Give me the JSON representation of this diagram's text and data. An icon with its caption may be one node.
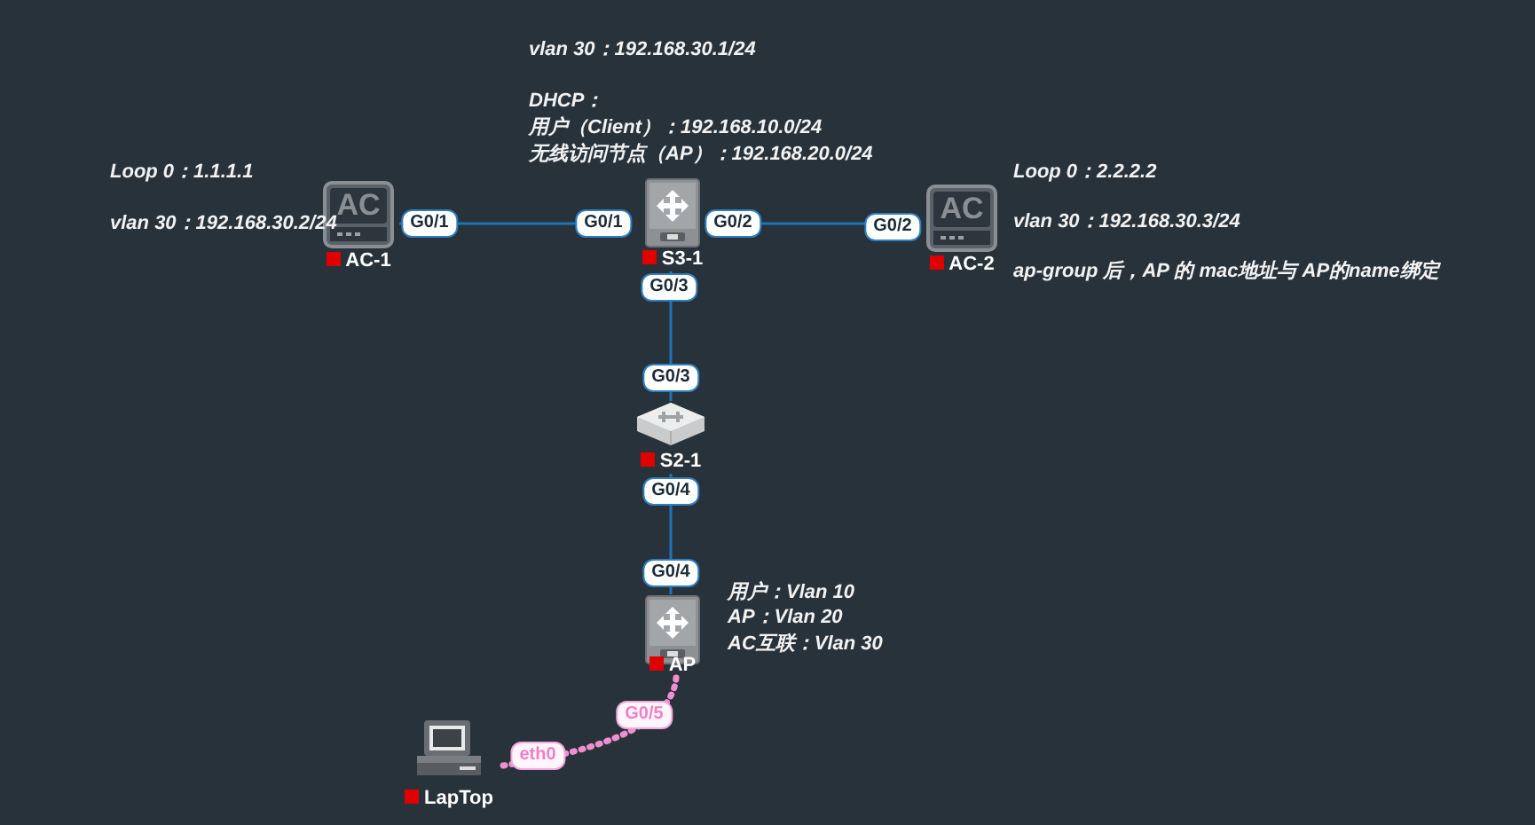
{
  "diagram": {
    "nodes": [
      {
        "text": [
          "AC",
          "AC-1"
        ],
        "beside": [
          "Loop 0：1.1.1.1",
          "vlan 30：192.168.30.2/24"
        ]
      },
      {
        "text": [
          "S3-1"
        ],
        "beside": [
          "vlan 30：192.168.30.1/24",
          "DHCP：",
          "用户（Client）：192.168.10.0/24",
          "无线访问节点（AP）：192.168.20.0/24"
        ]
      },
      {
        "text": [
          "AC",
          "AC-2"
        ],
        "beside": [
          "Loop 0：2.2.2.2",
          "vlan 30：192.168.30.3/24",
          "ap-group 后，AP 的 mac地址与 AP的name绑定"
        ]
      },
      {
        "text": [
          "S2-1"
        ]
      },
      {
        "text": [
          "AP"
        ],
        "beside": [
          "用户：Vlan 10",
          "AP：Vlan 20",
          "AC互联：Vlan 30"
        ]
      },
      {
        "text": [
          "LapTop"
        ]
      }
    ],
    "edges": [
      {
        "from": 0,
        "to": 1,
        "arrow": "none"
      },
      {
        "from": 1,
        "to": 2,
        "arrow": "none"
      },
      {
        "from": 1,
        "to": 3,
        "arrow": "none"
      },
      {
        "from": 3,
        "to": 4,
        "arrow": "none"
      },
      {
        "from": 4,
        "to": 5,
        "arrow": "none",
        "style": "dashed",
        "color": "#f08fd0"
      }
    ],
    "labels": [
      "G0/1",
      "G0/1",
      "G0/2",
      "G0/2",
      "G0/3",
      "G0/3",
      "G0/4",
      "G0/4",
      "G0/5",
      "eth0"
    ]
  }
}
